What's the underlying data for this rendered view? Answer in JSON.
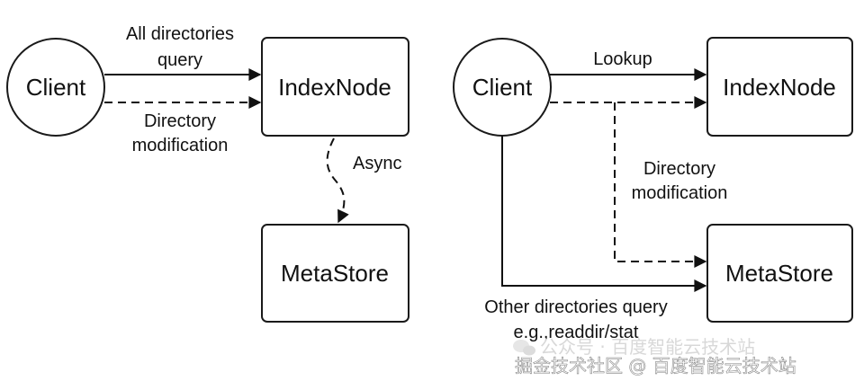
{
  "left": {
    "client": "Client",
    "indexnode": "IndexNode",
    "metastore": "MetaStore",
    "query_label": [
      "All directories",
      "query"
    ],
    "modification_label": [
      "Directory",
      "modification"
    ],
    "async_label": "Async"
  },
  "right": {
    "client": "Client",
    "indexnode": "IndexNode",
    "metastore": "MetaStore",
    "lookup_label": "Lookup",
    "modification_label": [
      "Directory",
      "modification"
    ],
    "other_query_label": [
      "Other directories query",
      "e.g.,readdir/stat"
    ]
  },
  "watermark": {
    "upper": "公众号 · 百度智能云技术站",
    "lower": "掘金技术社区 @ 百度智能云技术站"
  }
}
